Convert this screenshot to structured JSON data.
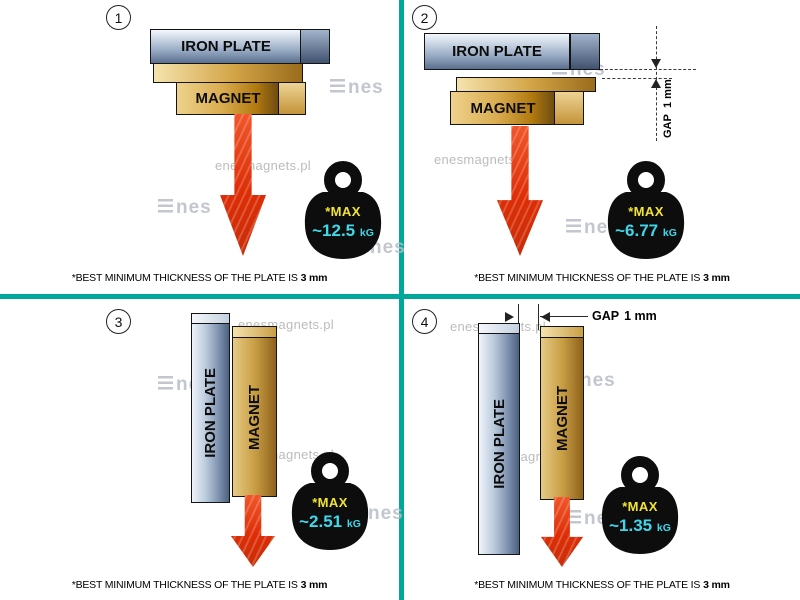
{
  "brand": {
    "site": "enesmagnets.pl",
    "logo_suffix": "nes"
  },
  "colors": {
    "divider_teal": "#00A79B",
    "arrow_red": "#DD2E06",
    "max_yellow": "#F2E435",
    "value_cyan": "#3ED8EA",
    "iron_blue": "#8FA6C2",
    "magnet_gold": "#C9983F",
    "watermark_gray": "#B7BDC7"
  },
  "panels": [
    {
      "number": "1",
      "iron_label": "IRON PLATE",
      "magnet_label": "MAGNET",
      "weight": {
        "max_label": "*MAX",
        "value": "~12.5",
        "unit": "kG"
      },
      "caption": {
        "text": "*BEST MINIMUM THICKNESS OF THE PLATE IS",
        "bold": "3 mm"
      }
    },
    {
      "number": "2",
      "iron_label": "IRON PLATE",
      "magnet_label": "MAGNET",
      "gap": {
        "label": "GAP",
        "value": "1 mm"
      },
      "weight": {
        "max_label": "*MAX",
        "value": "~6.77",
        "unit": "kG"
      },
      "caption": {
        "text": "*BEST MINIMUM THICKNESS OF THE PLATE IS",
        "bold": "3 mm"
      }
    },
    {
      "number": "3",
      "iron_label": "IRON PLATE",
      "magnet_label": "MAGNET",
      "weight": {
        "max_label": "*MAX",
        "value": "~2.51",
        "unit": "kG"
      },
      "caption": {
        "text": "*BEST MINIMUM THICKNESS OF THE PLATE IS",
        "bold": "3 mm"
      }
    },
    {
      "number": "4",
      "iron_label": "IRON PLATE",
      "magnet_label": "MAGNET",
      "gap": {
        "label": "GAP",
        "value": "1 mm"
      },
      "weight": {
        "max_label": "*MAX",
        "value": "~1.35",
        "unit": "kG"
      },
      "caption": {
        "text": "*BEST MINIMUM THICKNESS OF THE PLATE IS",
        "bold": "3 mm"
      }
    }
  ]
}
